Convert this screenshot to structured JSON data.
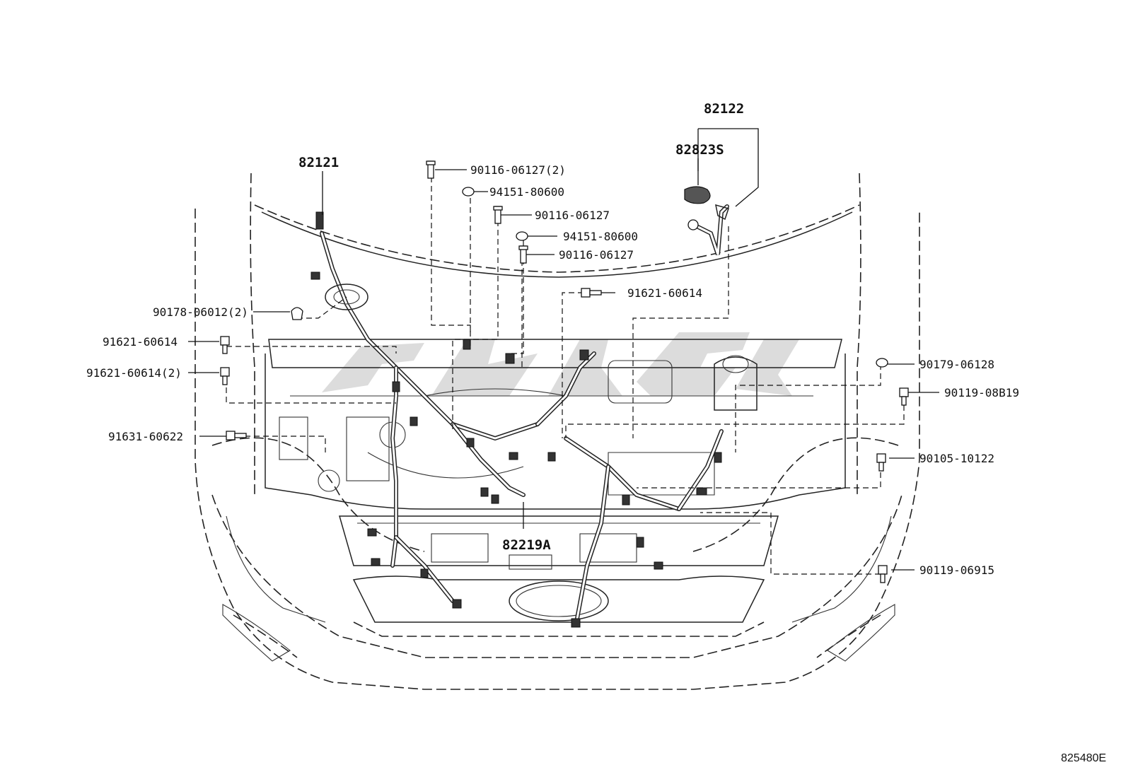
{
  "figure_number": "825480E",
  "parts": {
    "p82121": "82121",
    "p82122": "82122",
    "p82823S": "82823S",
    "p82219A": "82219A",
    "p90116_06127_2": "90116-06127(2)",
    "p94151_80600_a": "94151-80600",
    "p90116_06127_a": "90116-06127",
    "p94151_80600_b": "94151-80600",
    "p90116_06127_b": "90116-06127",
    "p91621_60614_a": "91621-60614",
    "p90178_06012_2": "90178-06012(2)",
    "p91621_60614_b": "91621-60614",
    "p91621_60614_2": "91621-60614(2)",
    "p91631_60622": "91631-60622",
    "p90179_06128": "90179-06128",
    "p90119_08B19": "90119-08B19",
    "p90105_10122": "90105-10122",
    "p90119_06915": "90119-06915"
  }
}
